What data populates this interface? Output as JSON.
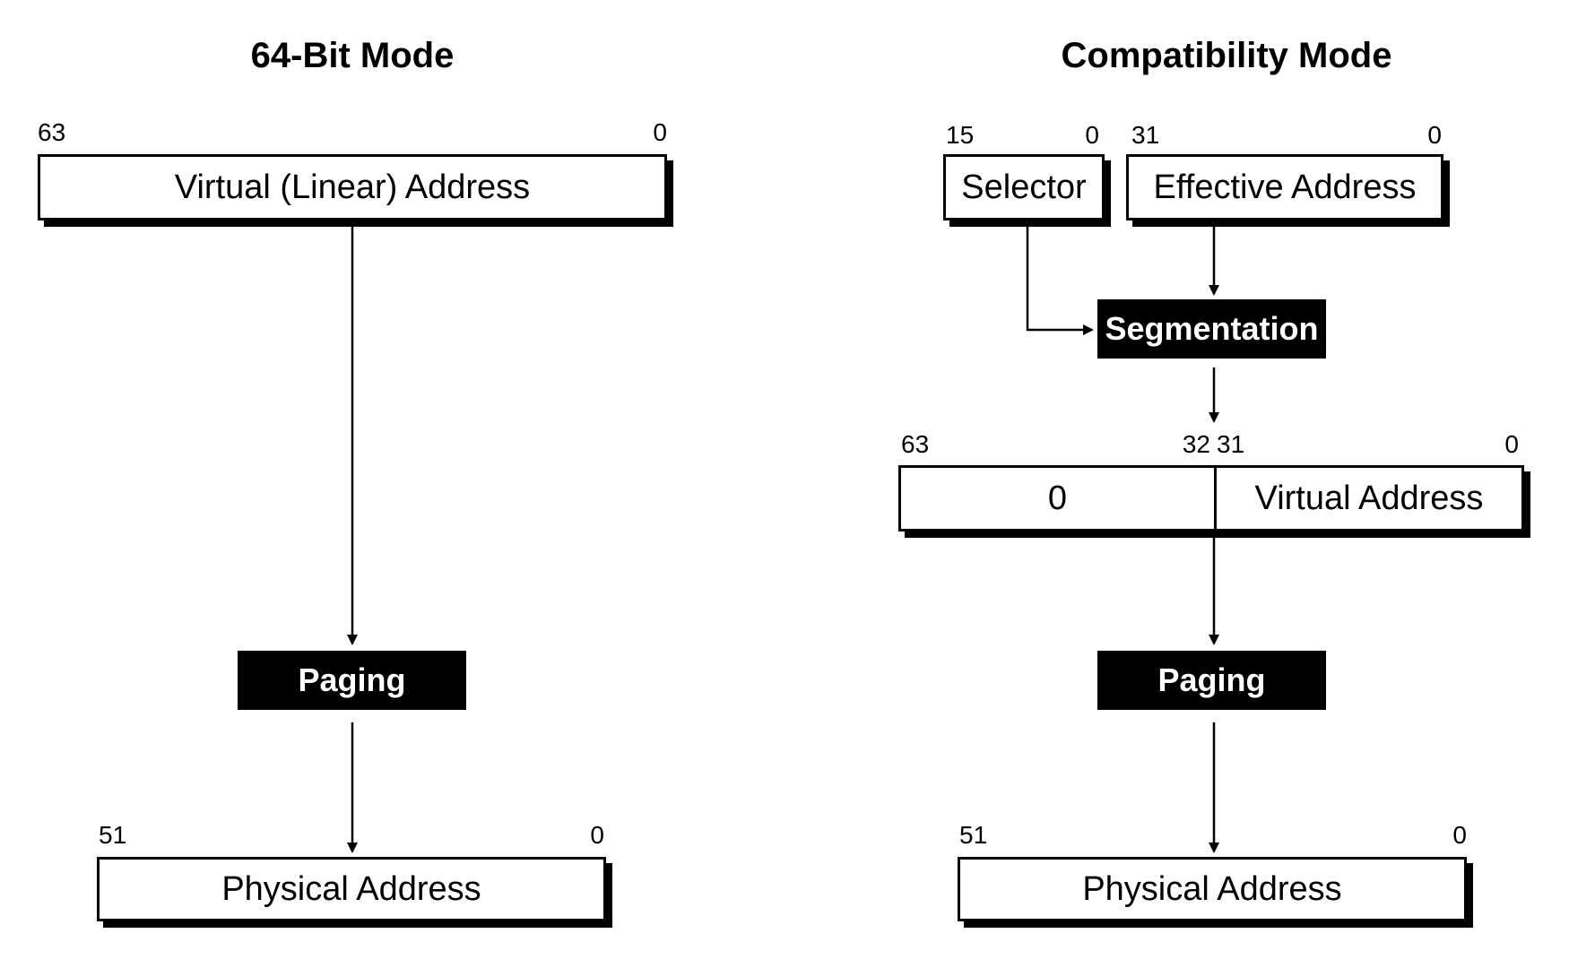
{
  "left": {
    "title": "64-Bit Mode",
    "virtual": {
      "label": "Virtual (Linear) Address",
      "bit_high": "63",
      "bit_low": "0"
    },
    "paging": "Paging",
    "physical": {
      "label": "Physical Address",
      "bit_high": "51",
      "bit_low": "0"
    }
  },
  "right": {
    "title": "Compatibility Mode",
    "selector": {
      "label": "Selector",
      "bit_high": "15",
      "bit_low": "0"
    },
    "effective": {
      "label": "Effective Address",
      "bit_high": "31",
      "bit_low": "0"
    },
    "segmentation": "Segmentation",
    "virtual": {
      "upper_label": "0",
      "lower_label": "Virtual Address",
      "bit_63": "63",
      "bit_32": "32",
      "bit_31": "31",
      "bit_0": "0"
    },
    "paging": "Paging",
    "physical": {
      "label": "Physical Address",
      "bit_high": "51",
      "bit_low": "0"
    }
  }
}
